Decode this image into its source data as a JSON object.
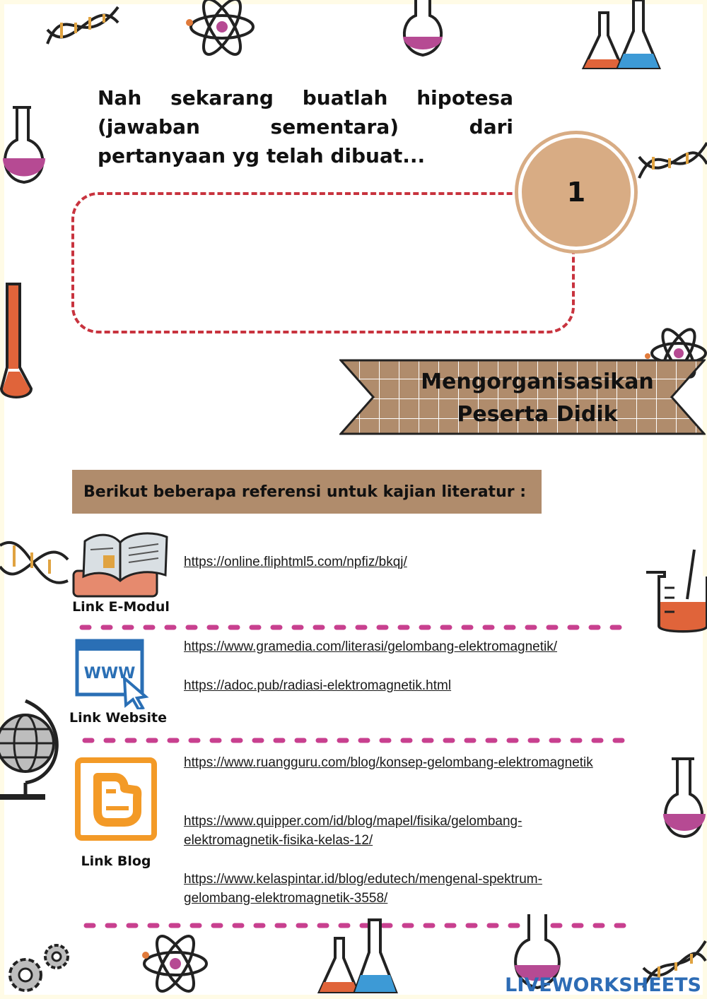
{
  "instruction": "Nah sekarang buatlah hipotesa (jawaban sementara) dari pertanyaan yg telah dibuat...",
  "answer_box": {
    "value": ""
  },
  "question_number": "1",
  "banner": {
    "line1": "Mengorganisasikan",
    "line2": "Peserta Didik"
  },
  "references_header": "Berikut beberapa referensi untuk kajian literatur :",
  "sections": [
    {
      "label": "Link E-Modul",
      "icon": "book-icon",
      "links": [
        "https://online.fliphtml5.com/npfiz/bkqj/"
      ]
    },
    {
      "label": "Link Website",
      "icon": "www-icon",
      "links": [
        "https://www.gramedia.com/literasi/gelombang-elektromagnetik/",
        "https://adoc.pub/radiasi-elektromagnetik.html"
      ]
    },
    {
      "label": "Link Blog",
      "icon": "blogger-icon",
      "links": [
        "https://www.ruangguru.com/blog/konsep-gelombang-elektromagnetik",
        "https://www.quipper.com/id/blog/mapel/fisika/gelombang-elektromagnetik-fisika-kelas-12/",
        "https://www.kelaspintar.id/blog/edutech/mengenal-spektrum-gelombang-elektromagnetik-3558/"
      ]
    }
  ],
  "watermark": "LIVEWORKSHEETS",
  "colors": {
    "dashed_border": "#c8333e",
    "circle": "#d8ac84",
    "header_bg": "#b08c6c",
    "dots": "#c8408f"
  }
}
